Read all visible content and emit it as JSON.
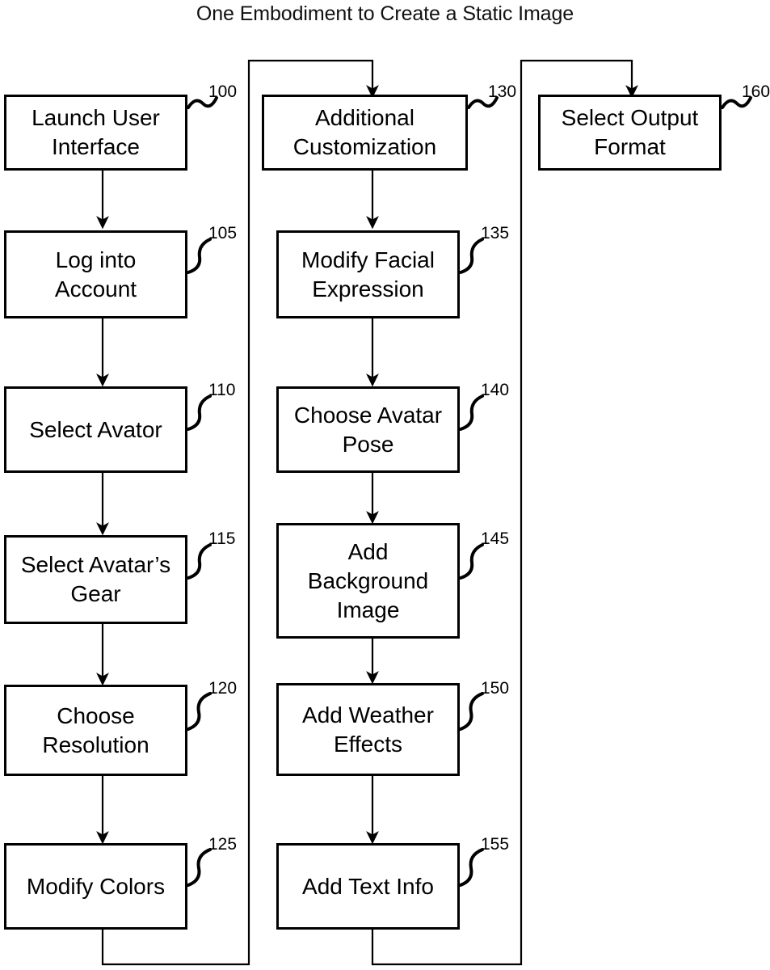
{
  "figure": {
    "title": "One Embodiment to Create a Static Image",
    "type": "flowchart",
    "columns": 3
  },
  "nodes": [
    {
      "id": "n100",
      "ref": "100",
      "label": "Launch User\nInterface",
      "column": 1,
      "order": 1
    },
    {
      "id": "n105",
      "ref": "105",
      "label": "Log into\nAccount",
      "column": 1,
      "order": 2
    },
    {
      "id": "n110",
      "ref": "110",
      "label": "Select Avator",
      "column": 1,
      "order": 3
    },
    {
      "id": "n115",
      "ref": "115",
      "label": "Select Avatar’s\nGear",
      "column": 1,
      "order": 4
    },
    {
      "id": "n120",
      "ref": "120",
      "label": "Choose\nResolution",
      "column": 1,
      "order": 5
    },
    {
      "id": "n125",
      "ref": "125",
      "label": "Modify Colors",
      "column": 1,
      "order": 6
    },
    {
      "id": "n130",
      "ref": "130",
      "label": "Additional\nCustomization",
      "column": 2,
      "order": 1
    },
    {
      "id": "n135",
      "ref": "135",
      "label": "Modify Facial\nExpression",
      "column": 2,
      "order": 2
    },
    {
      "id": "n140",
      "ref": "140",
      "label": "Choose Avatar\nPose",
      "column": 2,
      "order": 3
    },
    {
      "id": "n145",
      "ref": "145",
      "label": "Add\nBackground\nImage",
      "column": 2,
      "order": 4
    },
    {
      "id": "n150",
      "ref": "150",
      "label": "Add Weather\nEffects",
      "column": 2,
      "order": 5
    },
    {
      "id": "n155",
      "ref": "155",
      "label": "Add Text Info",
      "column": 2,
      "order": 6
    },
    {
      "id": "n160",
      "ref": "160",
      "label": "Select Output\nFormat",
      "column": 3,
      "order": 1
    }
  ],
  "edges": [
    {
      "from": "n100",
      "to": "n105",
      "kind": "straight-down"
    },
    {
      "from": "n105",
      "to": "n110",
      "kind": "straight-down"
    },
    {
      "from": "n110",
      "to": "n115",
      "kind": "straight-down"
    },
    {
      "from": "n115",
      "to": "n120",
      "kind": "straight-down"
    },
    {
      "from": "n120",
      "to": "n125",
      "kind": "straight-down"
    },
    {
      "from": "n125",
      "to": "n130",
      "kind": "wrap-to-next-column"
    },
    {
      "from": "n130",
      "to": "n135",
      "kind": "straight-down"
    },
    {
      "from": "n135",
      "to": "n140",
      "kind": "straight-down"
    },
    {
      "from": "n140",
      "to": "n145",
      "kind": "straight-down"
    },
    {
      "from": "n145",
      "to": "n150",
      "kind": "straight-down"
    },
    {
      "from": "n150",
      "to": "n155",
      "kind": "straight-down"
    },
    {
      "from": "n155",
      "to": "n160",
      "kind": "wrap-to-next-column"
    }
  ],
  "style": {
    "stroke": "#000000",
    "background": "#ffffff",
    "text": "#000000"
  }
}
